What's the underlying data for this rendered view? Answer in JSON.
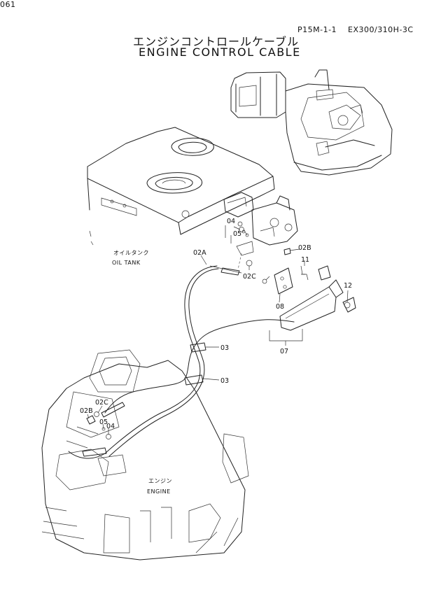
{
  "header": {
    "page_number": "061",
    "page_code": "P15M-1-1",
    "model": "EX300/310H-3C"
  },
  "title": {
    "japanese": "エンジンコントロールケーブル",
    "english": "ENGINE CONTROL CABLE"
  },
  "captions": {
    "oil_tank_ja": "オイルタンク",
    "oil_tank_en": "OIL TANK",
    "engine_ja": "エンジン",
    "engine_en": "ENGINE"
  },
  "callouts": {
    "c02a": "02A",
    "c02b_top": "02B",
    "c02c_top": "02C",
    "c04_top": "04",
    "c05_top": "05",
    "c11": "11",
    "c12": "12",
    "c08": "08",
    "c07": "07",
    "c03_upper": "03",
    "c03_lower": "03",
    "c02c_bot": "02C",
    "c02b_bot": "02B",
    "c05_bot": "05",
    "c04_bot": "04"
  }
}
